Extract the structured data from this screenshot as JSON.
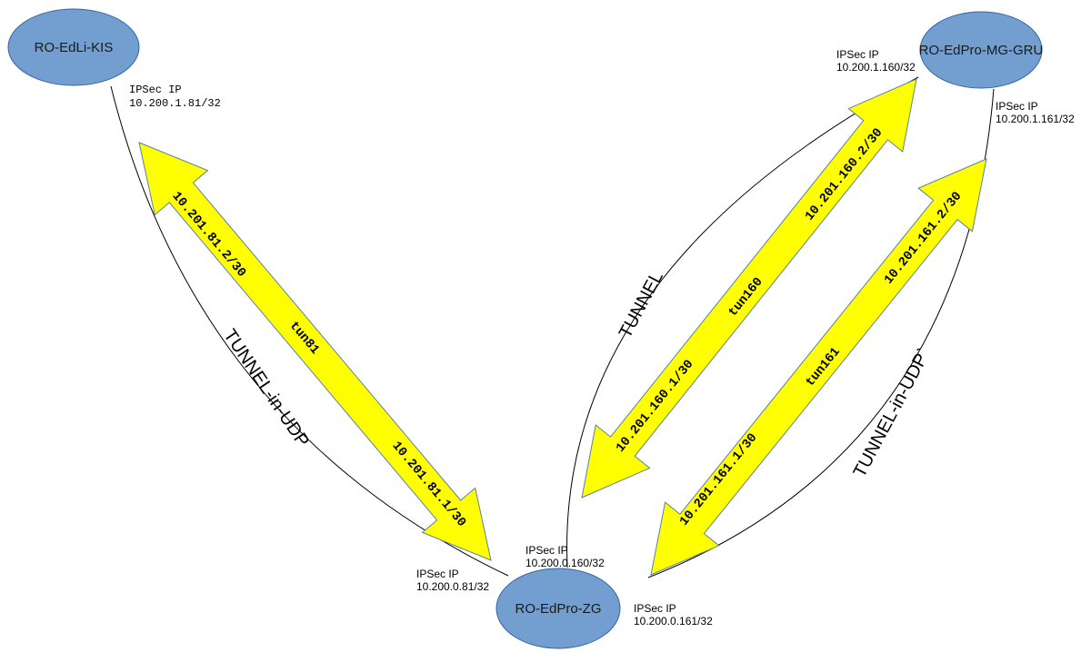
{
  "colors": {
    "node_fill": "#729fcf",
    "node_stroke": "#3465a4",
    "arrow_fill": "#ffff00",
    "arrow_stroke": "#5b7fa6"
  },
  "nodes": {
    "kis": {
      "name": "RO-EdLi-KIS",
      "ipsec_label": "IPSec IP",
      "ipsec_ip": "10.200.1.81/32"
    },
    "gru": {
      "name": "RO-EdPro-MG-GRU",
      "ipsec_label_160": "IPSec IP",
      "ipsec_ip_160": "10.200.1.160/32",
      "ipsec_label_161": "IPSec IP",
      "ipsec_ip_161": "10.200.1.161/32"
    },
    "zg": {
      "name": "RO-EdPro-ZG",
      "ipsec_label_81": "IPSec IP",
      "ipsec_ip_81": "10.200.0.81/32",
      "ipsec_label_160": "IPSec IP",
      "ipsec_ip_160": "10.200.0.160/32",
      "ipsec_label_161": "IPSec IP",
      "ipsec_ip_161": "10.200.0.161/32"
    }
  },
  "edges": {
    "kis_zg": "TUNNEL-in-UDP",
    "zg_gru_tunnel": "TUNNEL",
    "zg_gru_udp": "TUNNEL-in-UDP`"
  },
  "arrows": {
    "tun81": {
      "name": "tun81",
      "far_ip": "10.201.81.2/30",
      "near_ip": "10.201.81.1/30"
    },
    "tun160": {
      "name": "tun160",
      "far_ip": "10.201.160.2/30",
      "near_ip": "10.201.160.1/30"
    },
    "tun161": {
      "name": "tun161",
      "far_ip": "10.201.161.2/30",
      "near_ip": "10.201.161.1/30"
    }
  }
}
